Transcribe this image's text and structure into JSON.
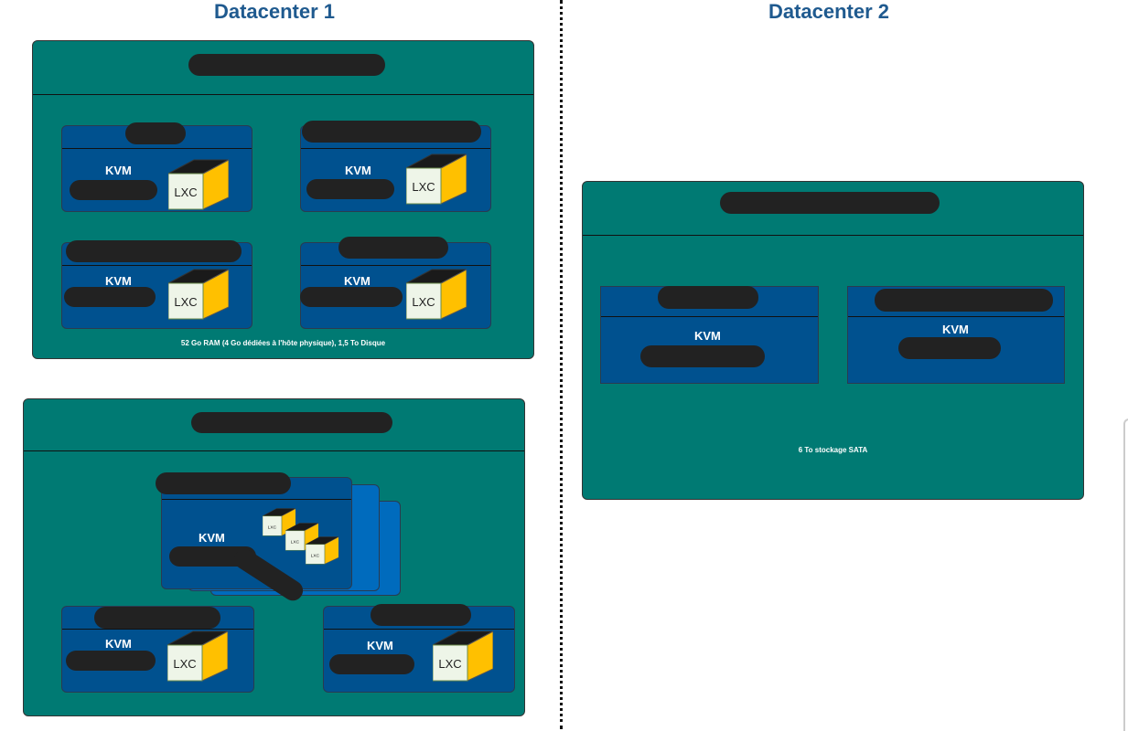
{
  "datacenters": [
    {
      "title": "Datacenter 1"
    },
    {
      "title": "Datacenter 2"
    }
  ],
  "vm_label": "KVM",
  "container_label": "LXC",
  "host1": {
    "footer": "52 Go RAM (4 Go dédiées à l'hôte physique), 1,5 To Disque"
  },
  "host3": {
    "footer": "6 To stockage SATA"
  },
  "colors": {
    "host": "#007a73",
    "vm": "#00518f",
    "cube_top": "#1a1a1a",
    "cube_side": "#ffc000",
    "cube_front": "#eef5e8",
    "title": "#1f5a8f"
  }
}
